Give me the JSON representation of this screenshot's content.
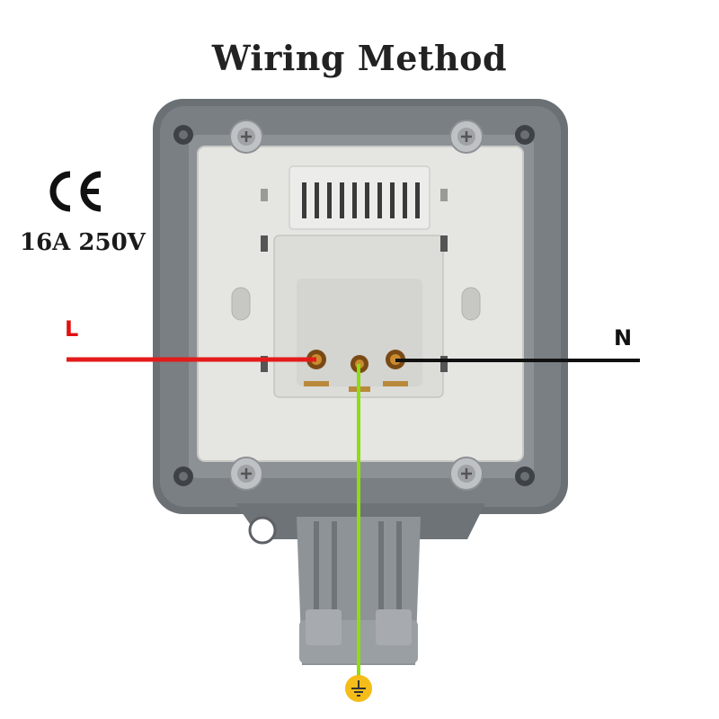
{
  "title": "Wiring Method",
  "certification": "CE",
  "rating": "16A 250V",
  "terminals": {
    "live": "L",
    "neutral": "N"
  },
  "colors": {
    "live_wire": "#e31b1b",
    "neutral_wire": "#111111",
    "earth_wire": "#8fdc12",
    "housing": "#6e7378",
    "plate": "#e6e6e3",
    "ground_symbol": "#f5bd1a"
  },
  "icons": [
    "ce-mark-icon",
    "screw-icon",
    "ground-symbol-icon"
  ]
}
